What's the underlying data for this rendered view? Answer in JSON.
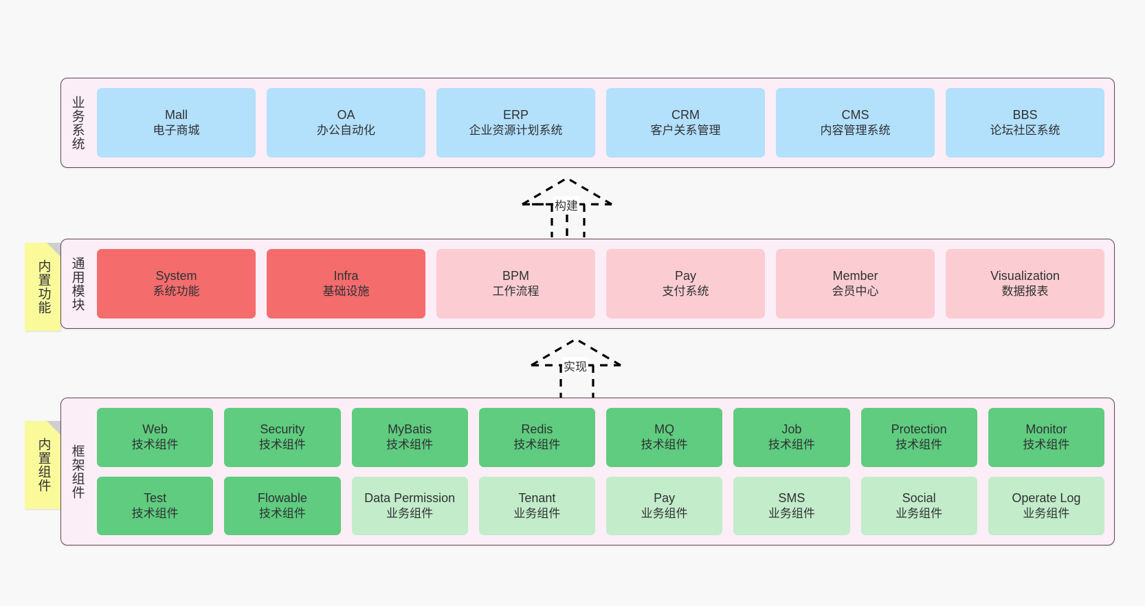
{
  "diagram": {
    "background": "#f8f8f8",
    "container_fill": "#fbeef6",
    "container_stroke": "#5c4a56",
    "note_fill": "#fafa9b"
  },
  "layers": [
    {
      "id": "business-systems",
      "title": "业务系统",
      "note": null,
      "rows": [
        {
          "cards": [
            {
              "title": "Mall",
              "sub": "电子商城",
              "color": "#b3e0fb",
              "style": "c-blue"
            },
            {
              "title": "OA",
              "sub": "办公自动化",
              "color": "#b3e0fb",
              "style": "c-blue"
            },
            {
              "title": "ERP",
              "sub": "企业资源计划系统",
              "color": "#b3e0fb",
              "style": "c-blue"
            },
            {
              "title": "CRM",
              "sub": "客户关系管理",
              "color": "#b3e0fb",
              "style": "c-blue"
            },
            {
              "title": "CMS",
              "sub": "内容管理系统",
              "color": "#b3e0fb",
              "style": "c-blue"
            },
            {
              "title": "BBS",
              "sub": "论坛社区系统",
              "color": "#b3e0fb",
              "style": "c-blue"
            }
          ]
        }
      ]
    },
    {
      "id": "common-modules",
      "title": "通用模块",
      "note": "内置功能",
      "rows": [
        {
          "cards": [
            {
              "title": "System",
              "sub": "系统功能",
              "color": "#f56c6c",
              "style": "c-red"
            },
            {
              "title": "Infra",
              "sub": "基础设施",
              "color": "#f56c6c",
              "style": "c-red"
            },
            {
              "title": "BPM",
              "sub": "工作流程",
              "color": "#fbcdd2",
              "style": "c-pink"
            },
            {
              "title": "Pay",
              "sub": "支付系统",
              "color": "#fbcdd2",
              "style": "c-pink"
            },
            {
              "title": "Member",
              "sub": "会员中心",
              "color": "#fbcdd2",
              "style": "c-pink"
            },
            {
              "title": "Visualization",
              "sub": "数据报表",
              "color": "#fbcdd2",
              "style": "c-pink"
            }
          ]
        }
      ]
    },
    {
      "id": "framework-components",
      "title": "框架组件",
      "note": "内置组件",
      "rows": [
        {
          "cards": [
            {
              "title": "Web",
              "sub": "技术组件",
              "color": "#5fcc7f",
              "style": "c-green"
            },
            {
              "title": "Security",
              "sub": "技术组件",
              "color": "#5fcc7f",
              "style": "c-green"
            },
            {
              "title": "MyBatis",
              "sub": "技术组件",
              "color": "#5fcc7f",
              "style": "c-green"
            },
            {
              "title": "Redis",
              "sub": "技术组件",
              "color": "#5fcc7f",
              "style": "c-green"
            },
            {
              "title": "MQ",
              "sub": "技术组件",
              "color": "#5fcc7f",
              "style": "c-green"
            },
            {
              "title": "Job",
              "sub": "技术组件",
              "color": "#5fcc7f",
              "style": "c-green"
            },
            {
              "title": "Protection",
              "sub": "技术组件",
              "color": "#5fcc7f",
              "style": "c-green"
            },
            {
              "title": "Monitor",
              "sub": "技术组件",
              "color": "#5fcc7f",
              "style": "c-green"
            }
          ]
        },
        {
          "cards": [
            {
              "title": "Test",
              "sub": "技术组件",
              "color": "#5fcc7f",
              "style": "c-green"
            },
            {
              "title": "Flowable",
              "sub": "技术组件",
              "color": "#5fcc7f",
              "style": "c-green"
            },
            {
              "title": "Data Permission",
              "sub": "业务组件",
              "color": "#c3ecca",
              "style": "c-greenlight"
            },
            {
              "title": "Tenant",
              "sub": "业务组件",
              "color": "#c3ecca",
              "style": "c-greenlight"
            },
            {
              "title": "Pay",
              "sub": "业务组件",
              "color": "#c3ecca",
              "style": "c-greenlight"
            },
            {
              "title": "SMS",
              "sub": "业务组件",
              "color": "#c3ecca",
              "style": "c-greenlight"
            },
            {
              "title": "Social",
              "sub": "业务组件",
              "color": "#c3ecca",
              "style": "c-greenlight"
            },
            {
              "title": "Operate Log",
              "sub": "业务组件",
              "color": "#c3ecca",
              "style": "c-greenlight"
            }
          ]
        }
      ]
    }
  ],
  "connectors": [
    {
      "id": "build",
      "label": "构建",
      "from": "common-modules",
      "to": "business-systems"
    },
    {
      "id": "implement",
      "label": "实现",
      "from": "framework-components",
      "to": "common-modules"
    }
  ]
}
